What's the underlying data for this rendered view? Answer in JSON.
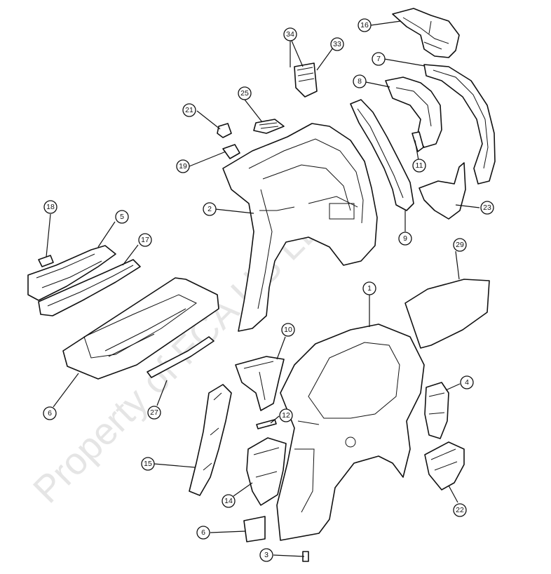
{
  "watermark": "Property of FCA US LLC",
  "callouts": [
    {
      "id": "c16",
      "label": "16"
    },
    {
      "id": "c34",
      "label": "34"
    },
    {
      "id": "c33",
      "label": "33"
    },
    {
      "id": "c7",
      "label": "7"
    },
    {
      "id": "c8",
      "label": "8"
    },
    {
      "id": "c25",
      "label": "25"
    },
    {
      "id": "c21",
      "label": "21"
    },
    {
      "id": "c19",
      "label": "19"
    },
    {
      "id": "c11",
      "label": "11"
    },
    {
      "id": "c23",
      "label": "23"
    },
    {
      "id": "c2",
      "label": "2"
    },
    {
      "id": "c9",
      "label": "9"
    },
    {
      "id": "c18",
      "label": "18"
    },
    {
      "id": "c5",
      "label": "5"
    },
    {
      "id": "c17",
      "label": "17"
    },
    {
      "id": "c29",
      "label": "29"
    },
    {
      "id": "c1",
      "label": "1"
    },
    {
      "id": "c10",
      "label": "10"
    },
    {
      "id": "c4",
      "label": "4"
    },
    {
      "id": "c6a",
      "label": "6"
    },
    {
      "id": "c27",
      "label": "27"
    },
    {
      "id": "c12",
      "label": "12"
    },
    {
      "id": "c15",
      "label": "15"
    },
    {
      "id": "c14",
      "label": "14"
    },
    {
      "id": "c22",
      "label": "22"
    },
    {
      "id": "c6b",
      "label": "6"
    },
    {
      "id": "c3",
      "label": "3"
    }
  ]
}
